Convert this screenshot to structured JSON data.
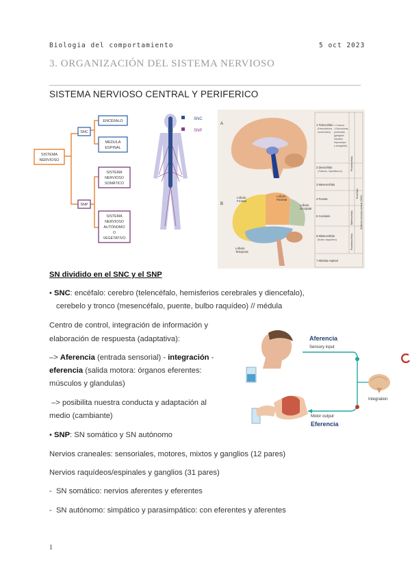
{
  "header": {
    "course": "Biologia del comportamiento",
    "date": "5 oct 2023"
  },
  "title": "3. ORGANIZACIÓN DEL SISTEMA NERVIOSO",
  "section_title": "SISTEMA NERVIOSO CENTRAL Y PERIFERICO",
  "diagram": {
    "root": "SISTEMA NERVIOSO",
    "snc": "SNC",
    "snp": "SNP",
    "encefalo": "ENCÉFALO",
    "medula": "MEDULA ESPINAL",
    "somatico": "SISTEMA NERVIOSO SOMÁTICO",
    "autonomo": "SISTEMA NERVIOSO AUTÓNOMO O VEGETATIVO",
    "legend_snc": "SNC",
    "legend_snp": "SNP"
  },
  "brain_figure": {
    "label_a": "A",
    "label_b": "B",
    "frontal": "Lóbulo Frontal",
    "parietal": "Lóbulo Parietal",
    "occipital": "Lóbulo Occipital",
    "temporal": "Lóbulo Temporal",
    "rows": [
      "1 Telencéfalo (Hemisferios cerebrales)",
      "2 Diencéfalo (Tálamo, hipotálamo)",
      "3 Mesencéfalo",
      "4 Puente",
      "5 Cerebelo",
      "6 Mielencéfalo (bulbo raquídeo)",
      "7 Médula espinal"
    ],
    "telencefalo_detail": "• Corteza • Estructuras profundas (ganglios basales, hipocampo y amígdala)",
    "divisions": [
      "Prosencéfalo",
      "Metencéfalo",
      "Rombencéfalo",
      "Encéfalo",
      "Sistema nervioso central (SNC)"
    ]
  },
  "body": {
    "subtitle": "SN dividido en el SNC y el SNP",
    "snc_label": "SNC",
    "snc_text": ": encéfalo: cerebro (telencéfalo, hemisferios cerebrales y diencefalo),",
    "snc_text2": "cerebelo y tronco (mesencéfalo, puente, bulbo raquídeo) // médula",
    "control1": "Centro de control, integración de información y",
    "control2": "elaboración de respuesta (adaptativa):",
    "arrow1": "–> ",
    "aferencia": "Aferencia",
    "aferencia_text": " (entrada sensorial) - ",
    "integracion": "integración",
    "dash": " -",
    "eferencia": "eferencia",
    "eferencia_text": " (salida motora: órganos eferentes:",
    "eferencia_text2": "músculos y glandulas)",
    "posibilita1": " –> posibilita nuestra conducta y adaptación al",
    "posibilita2": "medio (cambiante)",
    "snp_label": "SNP",
    "snp_text": ": SN somático y SN autónomo",
    "craneales": "Nervios craneales: sensoriales, motores, mixtos y ganglios (12 pares)",
    "raquideos": "Nervios raquídeos/espinales y ganglios (31 pares)",
    "somatico": "SN somático: nervios aferentes y eferentes",
    "autonomo": "SN autónomo: simpático y parasimpático: con eferentes y aferentes"
  },
  "reflex_figure": {
    "aferencia": "Aferencia",
    "sensory": "Sensory input",
    "integration": "Integration",
    "motor": "Motor output",
    "eferencia": "Eferencia"
  },
  "page_number": "1",
  "colors": {
    "orange": "#e58a3c",
    "blue": "#3a67a8",
    "purple": "#7a3b7a",
    "title_gray": "#9a9a9a"
  }
}
